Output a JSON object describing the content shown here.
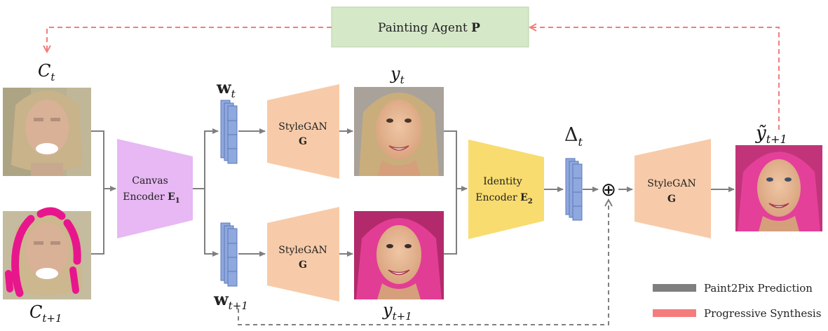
{
  "painting_agent": {
    "label": "Painting Agent",
    "symbol": "P"
  },
  "inputs": {
    "canvas_t": {
      "base": "C",
      "sub": "t"
    },
    "canvas_t1": {
      "base": "C",
      "sub": "t+1"
    }
  },
  "canvas_encoder": {
    "line1": "Canvas",
    "line2": "Encoder",
    "symbol": "E",
    "sub": "1"
  },
  "latents": {
    "w_t": {
      "base": "w",
      "sub": "t"
    },
    "w_t1": {
      "base": "w",
      "sub": "t+1"
    }
  },
  "stylegan_top": {
    "line1": "StyleGAN",
    "line2": "G"
  },
  "stylegan_bottom": {
    "line1": "StyleGAN",
    "line2": "G"
  },
  "outputs": {
    "y_t": {
      "base": "y",
      "sub": "t"
    },
    "y_t1": {
      "base": "y",
      "sub": "t+1"
    }
  },
  "identity_encoder": {
    "line1": "Identity",
    "line2": "Encoder",
    "symbol": "E",
    "sub": "2"
  },
  "delta": {
    "base": "Δ",
    "sub": "t"
  },
  "plus_symbol": "⊕",
  "stylegan_final": {
    "line1": "StyleGAN",
    "line2": "G"
  },
  "final_output": {
    "base": "ỹ",
    "sub": "t+1"
  },
  "legend": {
    "items": [
      {
        "label": "Paint2Pix Prediction",
        "color": "#7f7f7f"
      },
      {
        "label": "Progressive Synthesis",
        "color": "#f47c7c"
      }
    ]
  },
  "colors": {
    "agent_box": "#d5e8c8",
    "canvas_encoder": "#e7b8f3",
    "stylegan": "#f7cba9",
    "identity_encoder": "#f9dc6f",
    "latent": "#8fa8de",
    "flow": "#7f7f7f",
    "progressive": "#f47c7c"
  }
}
